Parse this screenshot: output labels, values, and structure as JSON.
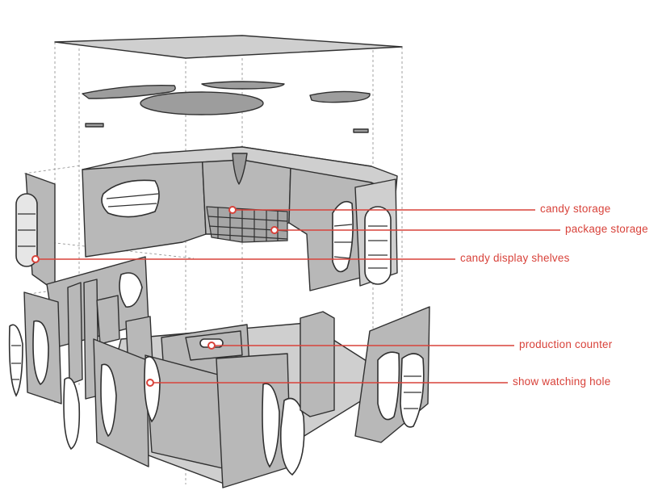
{
  "labels": {
    "candy_storage": "candy storage",
    "package_storage": "package storage",
    "candy_display_shelves": "candy display shelves",
    "production_counter": "production counter",
    "show_watching_hole": "show watching hole"
  },
  "colors": {
    "annotation": "#d8423a",
    "panel": "#b8b8b8",
    "outline": "#303030",
    "guide": "#8a8a8a"
  }
}
